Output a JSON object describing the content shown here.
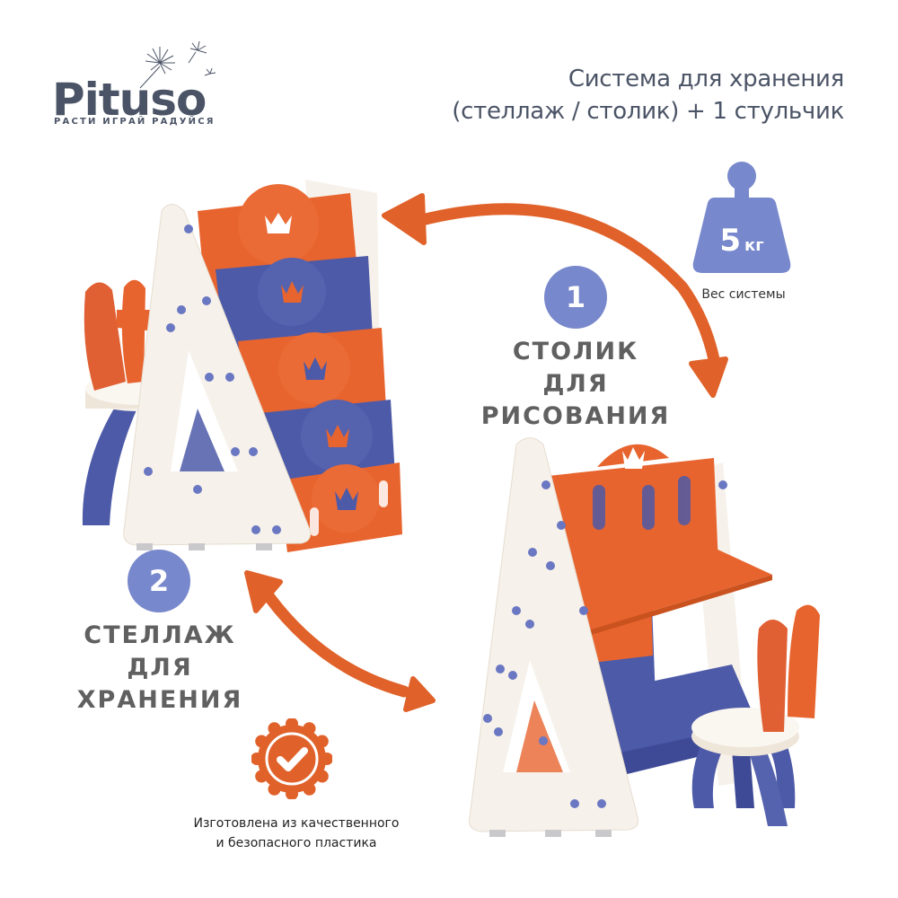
{
  "brand": {
    "name": "Pituso",
    "tagline": "РАСТИ ИГРАЙ РАДУЙСЯ",
    "color": "#4b5466"
  },
  "header": {
    "title_line1": "Система для хранения",
    "title_line2": "(стеллаж / столик) + 1 стульчик"
  },
  "weight_badge": {
    "icon": "weight-icon",
    "value": "5",
    "unit": "кг",
    "caption": "Вес системы",
    "color": "#7888cc"
  },
  "modes": [
    {
      "number": "1",
      "label_line1": "СТОЛИК",
      "label_line2": "ДЛЯ",
      "label_line3": "РИСОВАНИЯ"
    },
    {
      "number": "2",
      "label_line1": "СТЕЛЛАЖ",
      "label_line2": "ДЛЯ",
      "label_line3": "ХРАНЕНИЯ"
    }
  ],
  "quality_badge": {
    "icon": "checkmark-seal-icon",
    "caption_line1": "Изготовлена из качественного",
    "caption_line2": "и безопасного пластика",
    "color": "#e0622a"
  },
  "products": {
    "shelf_image": "storage-rack-with-chair",
    "desk_image": "drawing-desk-with-chair"
  },
  "colors": {
    "accent_orange": "#e0622a",
    "accent_blue": "#7888cc",
    "plastic_orange": "#e8642e",
    "plastic_blue": "#4d5aa8",
    "plastic_white": "#f6f1ea",
    "label_gray": "#606060"
  }
}
